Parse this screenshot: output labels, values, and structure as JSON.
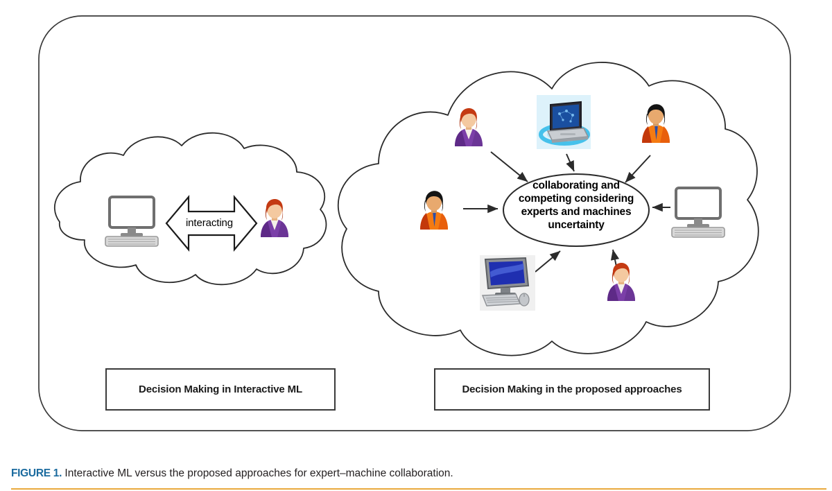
{
  "figure": {
    "caption_prefix": "FIGURE 1.",
    "caption_body": " Interactive ML versus the proposed approaches for expert–machine collaboration.",
    "accent_color": "#1a6a9e",
    "rule_color": "#e9a93c",
    "stroke_color": "#2b2b2b",
    "background_color": "#ffffff"
  },
  "left_panel": {
    "legend_label": "Decision Making in Interactive ML",
    "arrow_label": "interacting",
    "nodes": [
      {
        "id": "left-computer",
        "icon": "desktop-computer-icon",
        "label": ""
      },
      {
        "id": "left-expert",
        "icon": "person-purple-icon",
        "label": ""
      }
    ],
    "connector": {
      "type": "double-headed-arrow",
      "label": "interacting",
      "from": "left-computer",
      "to": "left-expert"
    }
  },
  "right_panel": {
    "legend_label": "Decision Making in the proposed approaches",
    "hub_label": "collaborating and\ncompeting considering\nexperts and machines\nuncertainty",
    "nodes": [
      {
        "id": "top-left-expert",
        "icon": "person-purple-icon",
        "label": ""
      },
      {
        "id": "top-center-laptop",
        "icon": "laptop-blue-icon",
        "label": ""
      },
      {
        "id": "top-right-expert",
        "icon": "person-orange-icon",
        "label": ""
      },
      {
        "id": "left-expert",
        "icon": "person-orange-icon",
        "label": ""
      },
      {
        "id": "right-computer",
        "icon": "desktop-computer-icon",
        "label": ""
      },
      {
        "id": "bottom-left-computer",
        "icon": "desktop-pc-blue-icon",
        "label": ""
      },
      {
        "id": "bottom-right-expert",
        "icon": "person-purple-icon",
        "label": ""
      }
    ],
    "connectors": [
      {
        "from": "top-left-expert",
        "to": "hub",
        "type": "arrow"
      },
      {
        "from": "top-center-laptop",
        "to": "hub",
        "type": "arrow"
      },
      {
        "from": "top-right-expert",
        "to": "hub",
        "type": "arrow"
      },
      {
        "from": "left-expert",
        "to": "hub",
        "type": "arrow"
      },
      {
        "from": "right-computer",
        "to": "hub",
        "type": "arrow"
      },
      {
        "from": "bottom-left-computer",
        "to": "hub",
        "type": "arrow"
      },
      {
        "from": "bottom-right-expert",
        "to": "hub",
        "type": "arrow"
      }
    ]
  },
  "colors": {
    "person_purple_suit": "#7b3fa8",
    "person_hair_red": "#c43a12",
    "person_skin": "#f4c9a0",
    "person_orange_shirt": "#f57b12",
    "person_tie_blue": "#2b4fa8",
    "person_hair_black": "#141414",
    "monitor_gray": "#7a7a7a",
    "laptop_screen_blue": "#1a5fb4",
    "laptop_halo_cyan": "#6fd3f2",
    "pc_screen_blue": "#1f2fb0"
  }
}
